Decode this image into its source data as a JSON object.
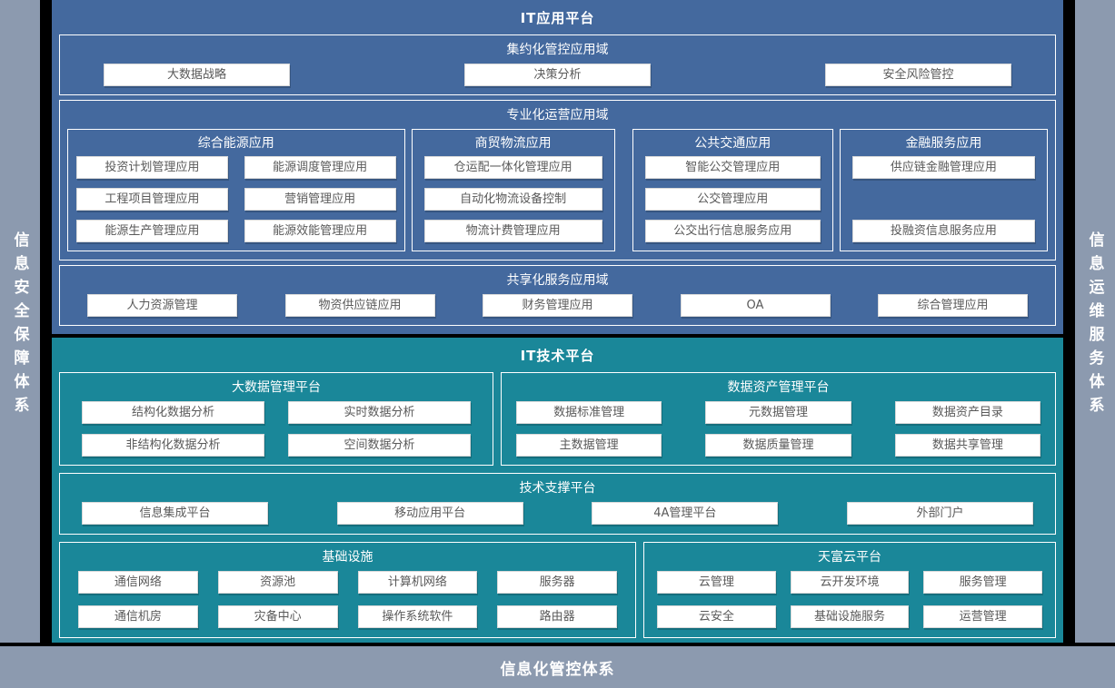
{
  "frame": {
    "left_sidebar_label": "信息安全保障体系",
    "right_sidebar_label": "信息运维服务体系",
    "bottom_bar_label": "信息化管控体系"
  },
  "colors": {
    "app_platform_bg": "#44699E",
    "tech_platform_bg": "#1A8799",
    "frame_bar_bg": "#8C9AAF",
    "gap": "#000000",
    "chip_bg": "#FFFFFF",
    "chip_text": "#595959",
    "title_text": "#FFFFFF"
  },
  "app_platform": {
    "title": "IT应用平台",
    "intensive_domain": {
      "title": "集约化管控应用域",
      "items": [
        "大数据战略",
        "决策分析",
        "安全风险管控"
      ]
    },
    "specialized_domain": {
      "title": "专业化运营应用域",
      "groups": [
        {
          "title": "综合能源应用",
          "items": [
            "投资计划管理应用",
            "能源调度管理应用",
            "工程项目管理应用",
            "营销管理应用",
            "能源生产管理应用",
            "能源效能管理应用"
          ]
        },
        {
          "title": "商贸物流应用",
          "items": [
            "仓运配一体化管理应用",
            "自动化物流设备控制",
            "物流计费管理应用"
          ]
        },
        {
          "title": "公共交通应用",
          "items": [
            "智能公交管理应用",
            "公交管理应用",
            "公交出行信息服务应用"
          ]
        },
        {
          "title": "金融服务应用",
          "items": [
            "供应链金融管理应用",
            "投融资信息服务应用"
          ]
        }
      ]
    },
    "shared_domain": {
      "title": "共享化服务应用域",
      "items": [
        "人力资源管理",
        "物资供应链应用",
        "财务管理应用",
        "OA",
        "综合管理应用"
      ]
    }
  },
  "tech_platform": {
    "title": "IT技术平台",
    "bigdata": {
      "title": "大数据管理平台",
      "items": [
        "结构化数据分析",
        "实时数据分析",
        "非结构化数据分析",
        "空间数据分析"
      ]
    },
    "data_asset": {
      "title": "数据资产管理平台",
      "items": [
        "数据标准管理",
        "元数据管理",
        "数据资产目录",
        "主数据管理",
        "数据质量管理",
        "数据共享管理"
      ]
    },
    "tech_support": {
      "title": "技术支撑平台",
      "items": [
        "信息集成平台",
        "移动应用平台",
        "4A管理平台",
        "外部门户"
      ]
    },
    "infrastructure": {
      "title": "基础设施",
      "items": [
        "通信网络",
        "资源池",
        "计算机网络",
        "服务器",
        "通信机房",
        "灾备中心",
        "操作系统软件",
        "路由器"
      ]
    },
    "cloud": {
      "title": "天富云平台",
      "items": [
        "云管理",
        "云开发环境",
        "服务管理",
        "云安全",
        "基础设施服务",
        "运营管理"
      ]
    }
  }
}
